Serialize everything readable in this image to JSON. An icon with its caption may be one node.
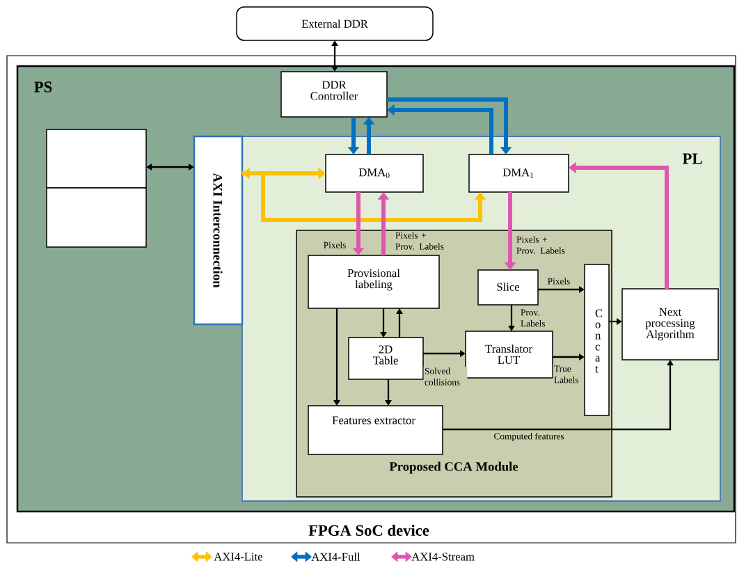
{
  "diagram": {
    "nodes": [
      {
        "text": [
          "FPGA SoC device"
        ]
      },
      {
        "text": [
          "PS"
        ],
        "in": 0
      },
      {
        "text": [
          "PL"
        ],
        "in": 1
      },
      {
        "text": [
          "External DDR"
        ]
      },
      {
        "text": [
          "DDR Controller"
        ],
        "in": 1
      },
      {
        "text": [],
        "shape": "box",
        "in": 1
      },
      {
        "text": [],
        "shape": "box",
        "in": 1
      },
      {
        "text": [
          "AXI Interconnection"
        ],
        "in": 1
      },
      {
        "text": [
          "DMA$_{0}$"
        ],
        "in": 2
      },
      {
        "text": [
          "DMA$_{1}$"
        ],
        "in": 2
      },
      {
        "text": [
          "Proposed CCA Module"
        ],
        "in": 2
      },
      {
        "text": [
          "Provisional labeling"
        ],
        "in": 10
      },
      {
        "text": [
          "Slice"
        ],
        "in": 10
      },
      {
        "text": [
          "2D Table"
        ],
        "in": 10
      },
      {
        "text": [
          "Translator LUT"
        ],
        "in": 10
      },
      {
        "text": [
          "Concat"
        ],
        "in": 10
      },
      {
        "text": [
          "Features extractor"
        ],
        "in": 10
      },
      {
        "text": [
          "Next processing Algorithm"
        ],
        "in": 2
      }
    ],
    "edges": [
      {
        "from": 3,
        "to": 4,
        "arrow": "both"
      },
      {
        "from": 5,
        "to": 7,
        "arrow": "both"
      },
      {
        "from": 4,
        "to": 8,
        "arrow": "to",
        "style": "thick",
        "color": "#0070c0"
      },
      {
        "from": 8,
        "to": 4,
        "arrow": "to",
        "style": "thick",
        "color": "#0070c0"
      },
      {
        "from": 9,
        "to": 4,
        "arrow": "to",
        "style": "thick",
        "color": "#0070c0"
      },
      {
        "from": 4,
        "to": 9,
        "arrow": "to",
        "style": "thick",
        "color": "#0070c0"
      },
      {
        "from": 7,
        "to": 8,
        "arrow": "both",
        "style": "thick",
        "color": "#ffc000"
      },
      {
        "from": 7,
        "to": 9,
        "arrow": "to",
        "style": "thick",
        "color": "#ffc000"
      },
      {
        "from": 8,
        "to": 11,
        "arrow": "to",
        "label": "Pixels",
        "style": "thick",
        "color": "#e055b0"
      },
      {
        "from": 11,
        "to": 8,
        "arrow": "to",
        "label": "Pixels + Prov. Labels",
        "style": "thick",
        "color": "#e055b0"
      },
      {
        "from": 9,
        "to": 12,
        "arrow": "to",
        "label": "Pixels + Prov. Labels",
        "style": "thick",
        "color": "#e055b0"
      },
      {
        "from": 17,
        "to": 9,
        "arrow": "to",
        "style": "thick",
        "color": "#e055b0"
      },
      {
        "from": 11,
        "to": 13,
        "arrow": "to"
      },
      {
        "from": 13,
        "to": 11,
        "arrow": "to"
      },
      {
        "from": 11,
        "to": 16,
        "arrow": "to"
      },
      {
        "from": 13,
        "to": 16,
        "arrow": "to"
      },
      {
        "from": 13,
        "to": 14,
        "arrow": "to",
        "label": "Solved collisions"
      },
      {
        "from": 12,
        "to": 14,
        "arrow": "to",
        "label": "Prov. Labels"
      },
      {
        "from": 12,
        "to": 15,
        "arrow": "to",
        "label": "Pixels"
      },
      {
        "from": 14,
        "to": 15,
        "arrow": "to",
        "label": "True Labels"
      },
      {
        "from": 15,
        "to": 17,
        "arrow": "to"
      },
      {
        "from": 16,
        "to": 17,
        "arrow": "to",
        "label": "Computed features"
      }
    ],
    "legend": [
      {
        "text": "AXI4-Lite",
        "color": "#ffc000"
      },
      {
        "text": "AXI4-Full",
        "color": "#0070c0"
      },
      {
        "text": "AXI4-Stream",
        "color": "#e055b0"
      }
    ]
  }
}
